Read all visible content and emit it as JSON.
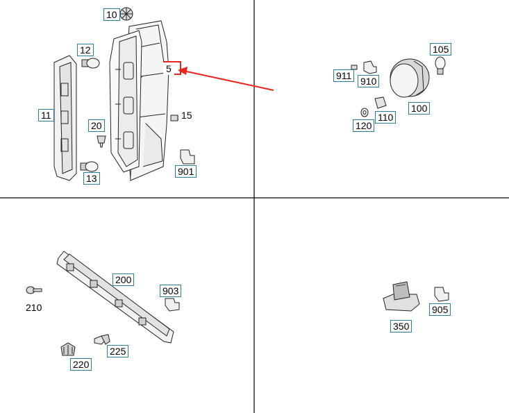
{
  "diagram": {
    "labels": {
      "p10": "10",
      "p12": "12",
      "p5": "5",
      "p11": "11",
      "p20": "20",
      "p15": "15",
      "p13": "13",
      "p901": "901",
      "p105": "105",
      "p911": "911",
      "p910": "910",
      "p100": "100",
      "p120": "120",
      "p110": "110",
      "p200": "200",
      "p903": "903",
      "p210": "210",
      "p225": "225",
      "p220": "220",
      "p350": "350",
      "p905": "905"
    },
    "colors": {
      "line": "#000000",
      "label_border": "#2a7f9a",
      "highlight": "#e8261d"
    }
  }
}
